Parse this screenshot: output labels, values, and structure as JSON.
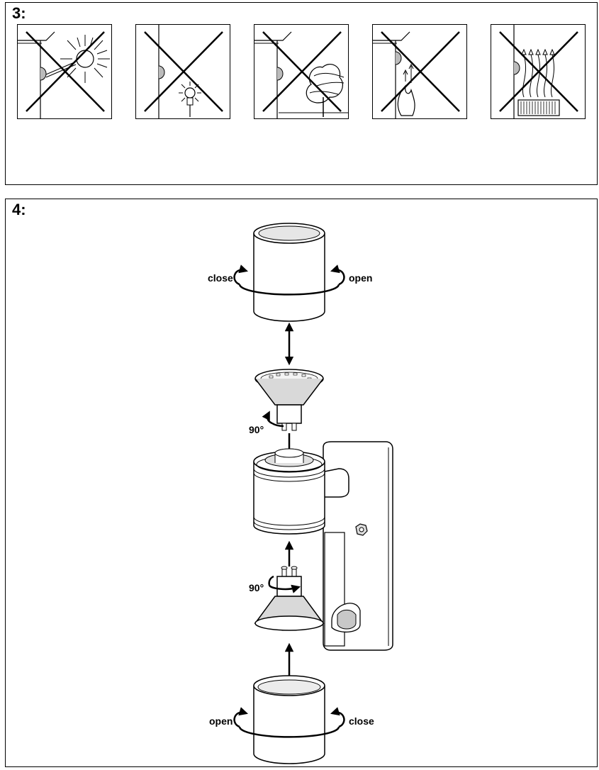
{
  "step3": {
    "number": "3:"
  },
  "step4": {
    "number": "4:",
    "top_cover": {
      "left_label": "close",
      "right_label": "open"
    },
    "upper_bulb": {
      "rotation_label": "90°"
    },
    "lower_bulb": {
      "rotation_label": "90°"
    },
    "bottom_cover": {
      "left_label": "open",
      "right_label": "close"
    }
  },
  "icons": [
    "sun-icon",
    "light-bulb-icon",
    "tree-icon",
    "flame-icon",
    "heater-icon",
    "motion-sensor-icon",
    "cross-out-icon",
    "rotation-arrow-icon",
    "double-arrow-icon"
  ]
}
